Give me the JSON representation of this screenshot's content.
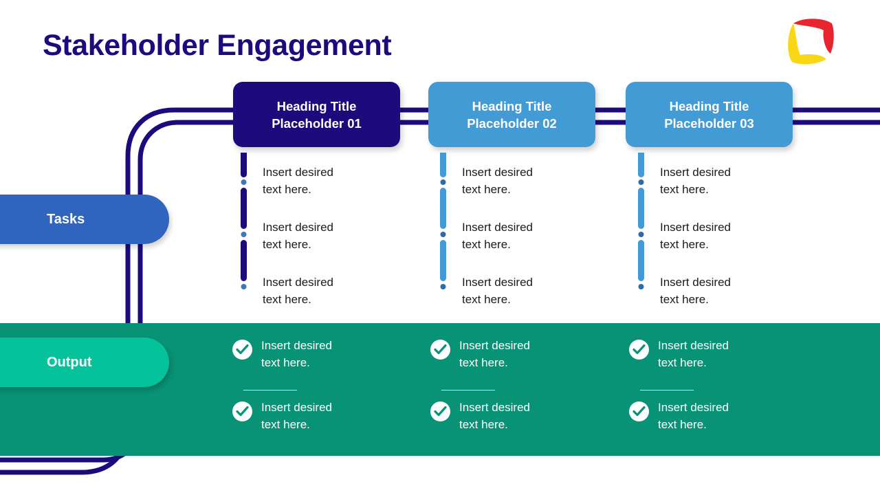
{
  "title": "Stakeholder Engagement",
  "colors": {
    "navy": "#1d0a7c",
    "card_blue": "#439bd5",
    "tasks_blue": "#2f65bf",
    "output_teal": "#04c29c",
    "band_green": "#089276",
    "dot_blue": "#3c78bd",
    "logo_red": "#e8252f",
    "logo_yellow": "#f9d616",
    "text_dark": "#1b1b1b",
    "white": "#ffffff"
  },
  "logo": {
    "icon": "abstract-square-logo-icon"
  },
  "side_labels": [
    {
      "id": "tasks",
      "label": "Tasks"
    },
    {
      "id": "output",
      "label": "Output"
    }
  ],
  "columns": [
    {
      "heading": "Heading Title\nPlaceholder 01",
      "heading_line1": "Heading Title",
      "heading_line2": "Placeholder 01",
      "accent": "#1d0a7c",
      "tasks": [
        "Insert desired\ntext here.",
        "Insert desired\ntext here.",
        "Insert desired\ntext here."
      ],
      "task_lines": [
        [
          "Insert desired",
          "text here."
        ],
        [
          "Insert desired",
          "text here."
        ],
        [
          "Insert desired",
          "text here."
        ]
      ],
      "outputs": [
        [
          "Insert desired",
          "text here."
        ],
        [
          "Insert desired",
          "text here."
        ]
      ]
    },
    {
      "heading": "Heading Title\nPlaceholder 02",
      "heading_line1": "Heading Title",
      "heading_line2": "Placeholder 02",
      "accent": "#439bd5",
      "tasks": [
        "Insert desired\ntext here.",
        "Insert desired\ntext here.",
        "Insert desired\ntext here."
      ],
      "task_lines": [
        [
          "Insert desired",
          "text here."
        ],
        [
          "Insert desired",
          "text here."
        ],
        [
          "Insert desired",
          "text here."
        ]
      ],
      "outputs": [
        [
          "Insert desired",
          "text here."
        ],
        [
          "Insert desired",
          "text here."
        ]
      ]
    },
    {
      "heading": "Heading Title\nPlaceholder 03",
      "heading_line1": "Heading Title",
      "heading_line2": "Placeholder 03",
      "accent": "#439bd5",
      "tasks": [
        "Insert desired\ntext here.",
        "Insert desired\ntext here.",
        "Insert desired\ntext here."
      ],
      "task_lines": [
        [
          "Insert desired",
          "text here."
        ],
        [
          "Insert desired",
          "text here."
        ],
        [
          "Insert desired",
          "text here."
        ]
      ],
      "outputs": [
        [
          "Insert desired",
          "text here."
        ],
        [
          "Insert desired",
          "text here."
        ]
      ]
    }
  ]
}
